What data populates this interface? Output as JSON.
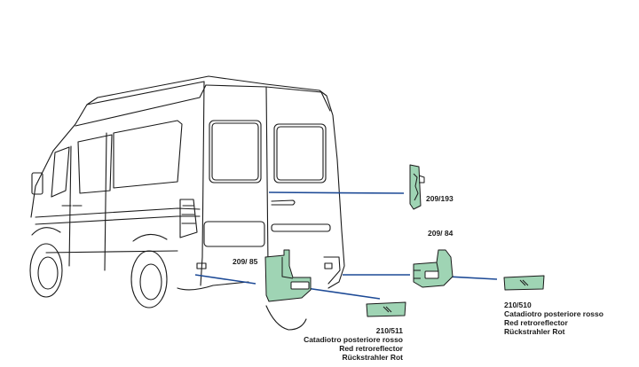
{
  "colors": {
    "part_fill": "#9fd4b4",
    "leader_line": "#1d4a96",
    "outline": "#1a1a1a"
  },
  "parts": [
    {
      "code": "209/193"
    },
    {
      "code": "209/ 84"
    },
    {
      "code": "209/ 85"
    },
    {
      "code": "210/510",
      "desc_it": "Catadiotro posteriore rosso",
      "desc_en": "Red retroreflector",
      "desc_de": "Rückstrahler Rot"
    },
    {
      "code": "210/511",
      "desc_it": "Catadiotro posteriore rosso",
      "desc_en": "Red retroreflector",
      "desc_de": "Rückstrahler Rot"
    }
  ]
}
